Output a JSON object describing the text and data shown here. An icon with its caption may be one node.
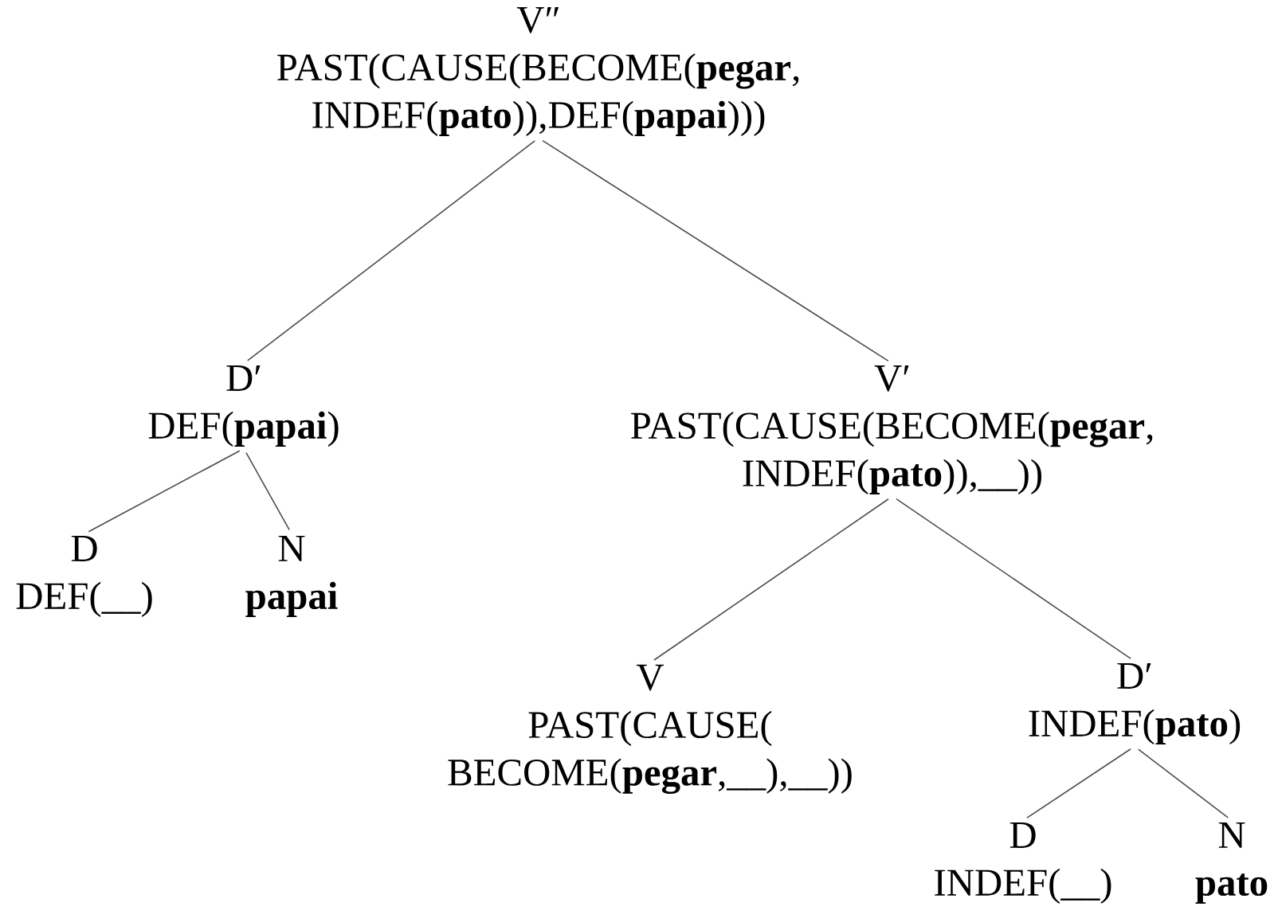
{
  "diagram": {
    "nodes": [
      {
        "text": [
          "V″",
          "PAST(CAUSE(BECOME(**pegar**, INDEF(**pato**)),DEF(**papai**)))"
        ]
      },
      {
        "text": [
          "D′",
          "DEF(**papai**)"
        ]
      },
      {
        "text": [
          "V′",
          "PAST(CAUSE(BECOME(**pegar**, INDEF(**pato**)),__))"
        ]
      },
      {
        "text": [
          "D",
          "DEF(__)"
        ]
      },
      {
        "text": [
          "N",
          "**papai**"
        ]
      },
      {
        "text": [
          "V",
          "PAST(CAUSE( BECOME(**pegar**,__),__))"
        ]
      },
      {
        "text": [
          "D′",
          "INDEF(**pato**)"
        ]
      },
      {
        "text": [
          "D",
          "INDEF(__)"
        ]
      },
      {
        "text": [
          "N",
          "**pato**"
        ]
      }
    ],
    "edges": [
      {
        "from": 0,
        "to": 1,
        "arrow": "none"
      },
      {
        "from": 0,
        "to": 2,
        "arrow": "none"
      },
      {
        "from": 1,
        "to": 3,
        "arrow": "none"
      },
      {
        "from": 1,
        "to": 4,
        "arrow": "none"
      },
      {
        "from": 2,
        "to": 5,
        "arrow": "none"
      },
      {
        "from": 2,
        "to": 6,
        "arrow": "none"
      },
      {
        "from": 6,
        "to": 7,
        "arrow": "none"
      },
      {
        "from": 6,
        "to": 8,
        "arrow": "none"
      }
    ]
  }
}
